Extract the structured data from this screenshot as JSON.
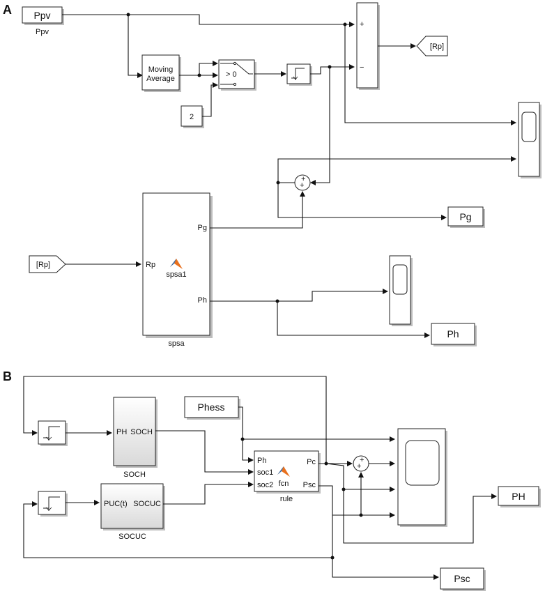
{
  "panel_a": {
    "letter": "A",
    "ppv": {
      "text": "Ppv",
      "caption": "Ppv"
    },
    "moving_average": {
      "line1": "Moving",
      "line2": "Average"
    },
    "switch_label": "> 0",
    "const_value": "2",
    "sum_signs": {
      "plus": "+",
      "minus": "−"
    },
    "goto_rp": "[Rp]",
    "from_rp": "[Rp]",
    "adder_signs": {
      "a": "+",
      "b": "+"
    },
    "spsa": {
      "port_in": "Rp",
      "port_pg": "Pg",
      "port_ph": "Ph",
      "fn_name": "spsa1",
      "caption": "spsa"
    },
    "out_pg": "Pg",
    "out_ph": "Ph"
  },
  "panel_b": {
    "letter": "B",
    "soch": {
      "port_in": "PH",
      "port_out": "SOCH",
      "caption": "SOCH"
    },
    "socuc": {
      "port_in": "PUC(t)",
      "port_out": "SOCUC",
      "caption": "SOCUC"
    },
    "phess": "Phess",
    "rule": {
      "in1": "Ph",
      "in2": "soc1",
      "in3": "soc2",
      "out1": "Pc",
      "out2": "Psc",
      "fn": "fcn",
      "caption": "rule"
    },
    "adder_signs": {
      "a": "+",
      "b": "+"
    },
    "out_ph": "PH",
    "out_psc": "Psc"
  }
}
